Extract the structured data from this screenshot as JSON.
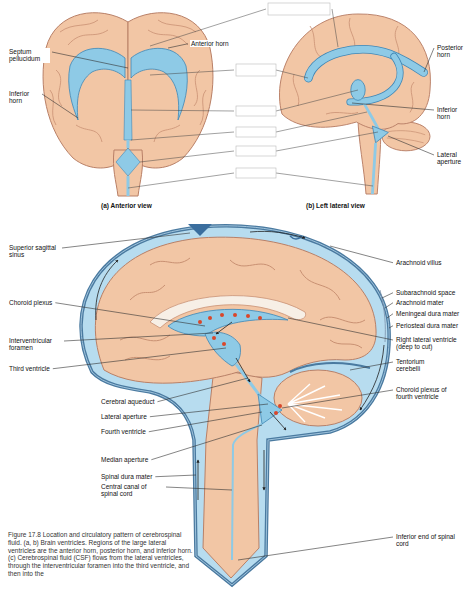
{
  "diagram": {
    "caption": "Figure 17.8 Location and circulatory pattern of cerebrospinal fluid. (a, b) Brain ventricles. Regions of the large lateral ventricles are the anterior horn, posterior horn, and inferior horn. (c) Cerebrospinal fluid (CSF) flows from the lateral ventricles, through the interventricular foramen into the third ventricle, and then into the",
    "labels": [
      "Septum pellucidum",
      "Anterior horn",
      "Inferior horn",
      "Posterior horn",
      "Inferior horn",
      "Lateral aperture",
      "(a) Anterior view",
      "(b) Left lateral view",
      "Superior sagittal sinus",
      "Arachnoid villus",
      "Subarachnoid space",
      "Arachnoid mater",
      "Meningeal dura mater",
      "Periosteal dura mater",
      "Choroid plexus",
      "Right lateral ventricle (deep to cut)",
      "Interventricular foramen",
      "Tentorium cerebelli",
      "Third ventricle",
      "Choroid plexus of fourth ventricle",
      "Cerebral aqueduct",
      "Lateral aperture",
      "Fourth ventricle",
      "Median aperture",
      "Spinal dura mater",
      "Central canal of spinal cord",
      "Inferior end of spinal cord"
    ]
  }
}
